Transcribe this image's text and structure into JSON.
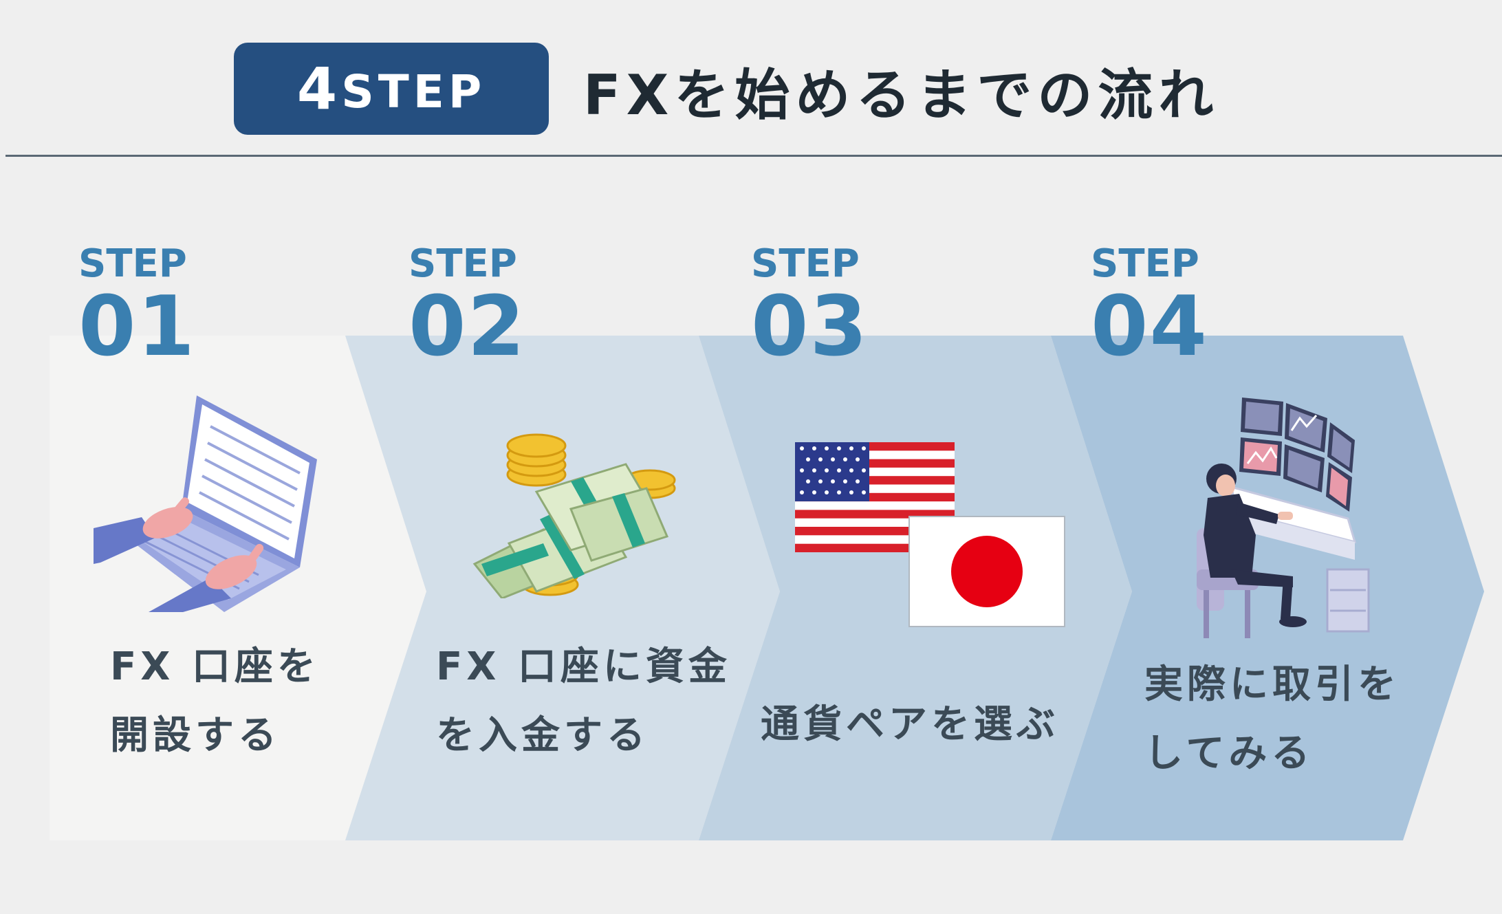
{
  "header": {
    "badge_number": "4",
    "badge_word": "STEP",
    "title": "FXを始めるまでの流れ"
  },
  "steps": [
    {
      "word": "STEP",
      "number": "01",
      "label_line1": "FX 口座を",
      "label_line2": "開設する",
      "icon": "laptop-typing-illustration"
    },
    {
      "word": "STEP",
      "number": "02",
      "label_line1": "FX 口座に資金",
      "label_line2": "を入金する",
      "icon": "money-coins-illustration"
    },
    {
      "word": "STEP",
      "number": "03",
      "label_line1": "通貨ペアを選ぶ",
      "label_line2": "",
      "icon": "usa-japan-flags-illustration"
    },
    {
      "word": "STEP",
      "number": "04",
      "label_line1": "実際に取引を",
      "label_line2": "してみる",
      "icon": "trader-monitors-illustration"
    }
  ],
  "colors": {
    "badge": "#254f80",
    "step_accent": "#3a7fb0",
    "panel1": "#f4f4f3",
    "panel2": "#d3dfe9",
    "panel3": "#bfd2e2",
    "panel4": "#a9c4dc"
  }
}
